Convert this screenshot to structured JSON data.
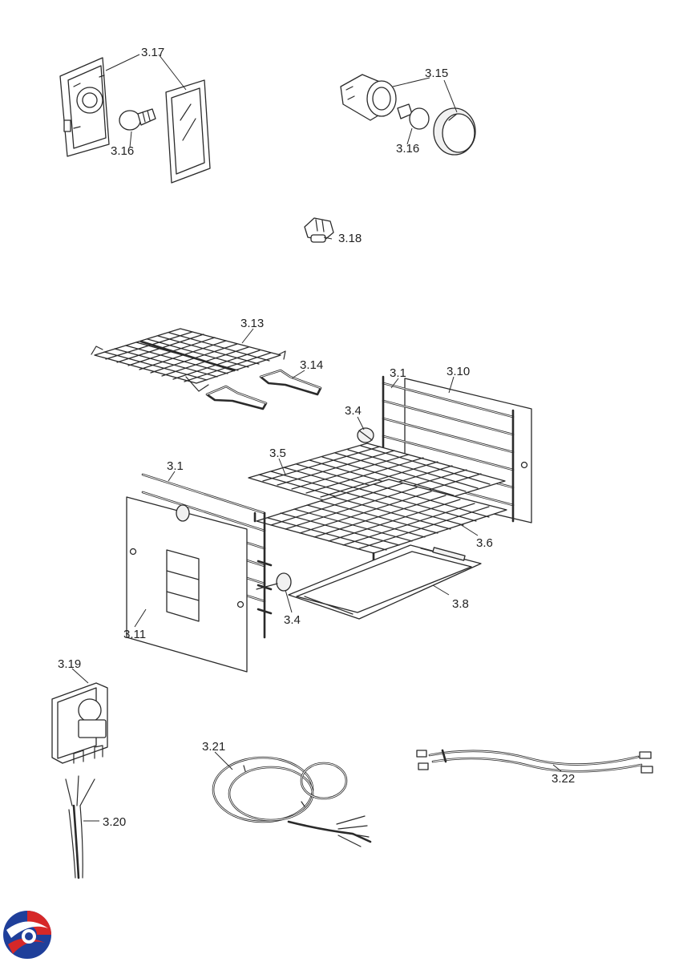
{
  "diagram": {
    "callouts": {
      "c317": "3.17",
      "c316a": "3.16",
      "c315": "3.15",
      "c316b": "3.16",
      "c318": "3.18",
      "c313": "3.13",
      "c314": "3.14",
      "c31a": "3.1",
      "c310": "3.10",
      "c34a": "3.4",
      "c35": "3.5",
      "c31b": "3.1",
      "c36": "3.6",
      "c34b": "3.4",
      "c38": "3.8",
      "c311": "3.11",
      "c319": "3.19",
      "c321": "3.21",
      "c322": "3.22",
      "c320": "3.20"
    },
    "logo": {
      "colors": [
        "#1f3f9a",
        "#d62828",
        "#ffffff"
      ]
    }
  }
}
